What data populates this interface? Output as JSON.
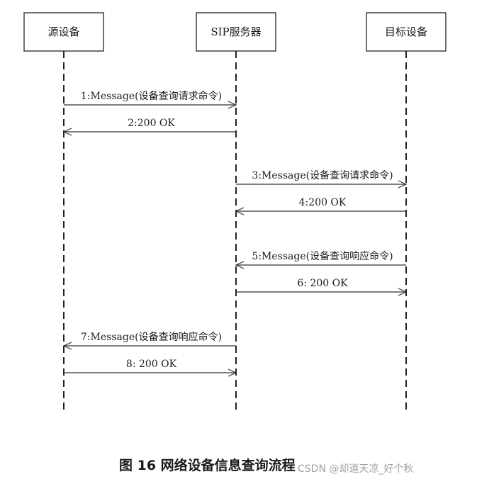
{
  "participants": [
    {
      "name": "源设备"
    },
    {
      "name": "SIP服务器"
    },
    {
      "name": "目标设备"
    }
  ],
  "messages": [
    {
      "from": 0,
      "to": 1,
      "label": "1:Message(设备查询请求命令)"
    },
    {
      "from": 1,
      "to": 0,
      "label": "2:200 OK"
    },
    {
      "from": 1,
      "to": 2,
      "label": "3:Message(设备查询请求命令)"
    },
    {
      "from": 2,
      "to": 1,
      "label": "4:200 OK"
    },
    {
      "from": 2,
      "to": 1,
      "label": "5:Message(设备查询响应命令)"
    },
    {
      "from": 1,
      "to": 2,
      "label": "6: 200  OK"
    },
    {
      "from": 1,
      "to": 0,
      "label": "7:Message(设备查询响应命令)"
    },
    {
      "from": 0,
      "to": 1,
      "label": "8: 200  OK"
    }
  ],
  "caption": "图 16    网络设备信息查询流程",
  "watermark": "CSDN @却道天凉_好个秋"
}
